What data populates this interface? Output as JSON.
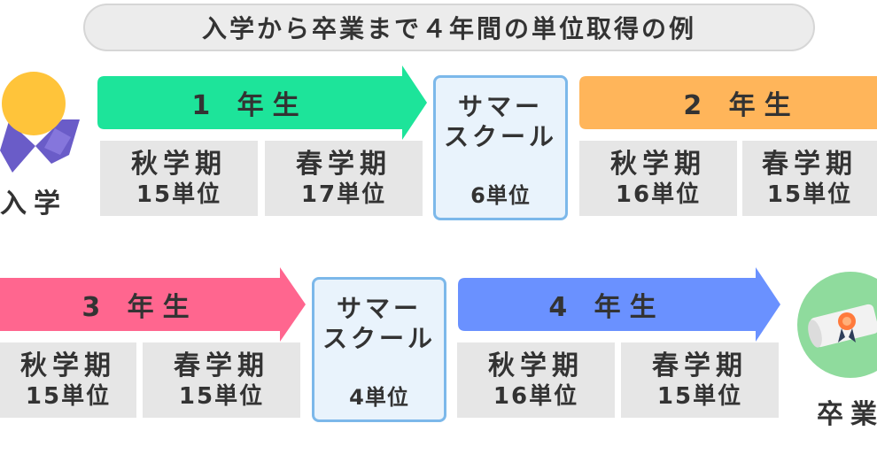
{
  "title": "入学から卒業まで４年間の単位取得の例",
  "start_label": "入学",
  "end_label": "卒業",
  "colors": {
    "year1": "#1de49a",
    "year2": "#ffb55a",
    "year3": "#ff668f",
    "year4": "#6a91ff",
    "term_bg": "#e6e6e6",
    "summer_border": "#7cb8ea",
    "summer_bg": "#e9f3fc"
  },
  "years": [
    {
      "label": "1 年生",
      "terms": [
        {
          "name": "秋学期",
          "credits": "15単位"
        },
        {
          "name": "春学期",
          "credits": "17単位"
        }
      ]
    },
    {
      "label": "2 年生",
      "terms": [
        {
          "name": "秋学期",
          "credits": "16単位"
        },
        {
          "name": "春学期",
          "credits": "15単位"
        }
      ]
    },
    {
      "label": "3 年生",
      "terms": [
        {
          "name": "秋学期",
          "credits": "15単位"
        },
        {
          "name": "春学期",
          "credits": "15単位"
        }
      ]
    },
    {
      "label": "4 年生",
      "terms": [
        {
          "name": "秋学期",
          "credits": "16単位"
        },
        {
          "name": "春学期",
          "credits": "15単位"
        }
      ]
    }
  ],
  "summers": [
    {
      "name": "サマー\nスクール",
      "credits": "6単位"
    },
    {
      "name": "サマー\nスクール",
      "credits": "4単位"
    }
  ],
  "icons": {
    "start": "medal-icon",
    "end": "diploma-icon"
  }
}
